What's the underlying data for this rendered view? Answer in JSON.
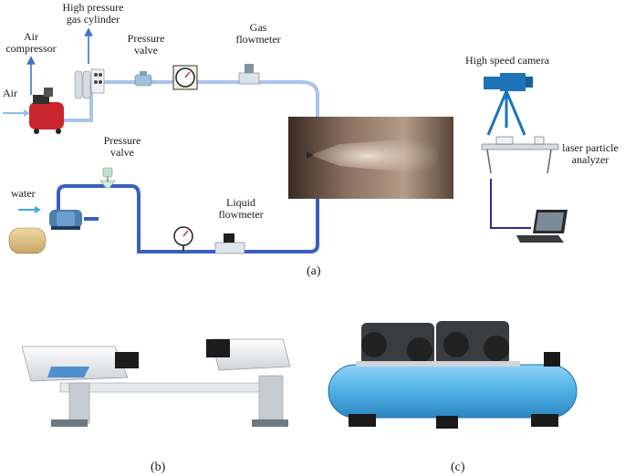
{
  "labels": {
    "air": "Air",
    "air_compressor": "Air\ncompressor",
    "high_pressure_gas_cylinder": "High pressure\ngas cylinder",
    "pressure_valve_gas": "Pressure\nvalve",
    "gas_flowmeter": "Gas\nflowmeter",
    "high_speed_camera": "High speed camera",
    "laser_particle_analyzer": "laser particle\nanalyzer",
    "pressure_valve_water": "Pressure\nvalve",
    "water": "water",
    "liquid_flowmeter": "Liquid\nflowmeter"
  },
  "captions": {
    "a": "(a)",
    "b": "(b)",
    "c": "(c)"
  },
  "colors": {
    "gas_pipe": "#a9c4ee",
    "water_pipe": "#3a5fc0",
    "arrow": "#3f74c6",
    "compressor_tank": "#1c6fb8",
    "camera_blue": "#1e73b8",
    "tank_blue": "#5fb6e6"
  }
}
